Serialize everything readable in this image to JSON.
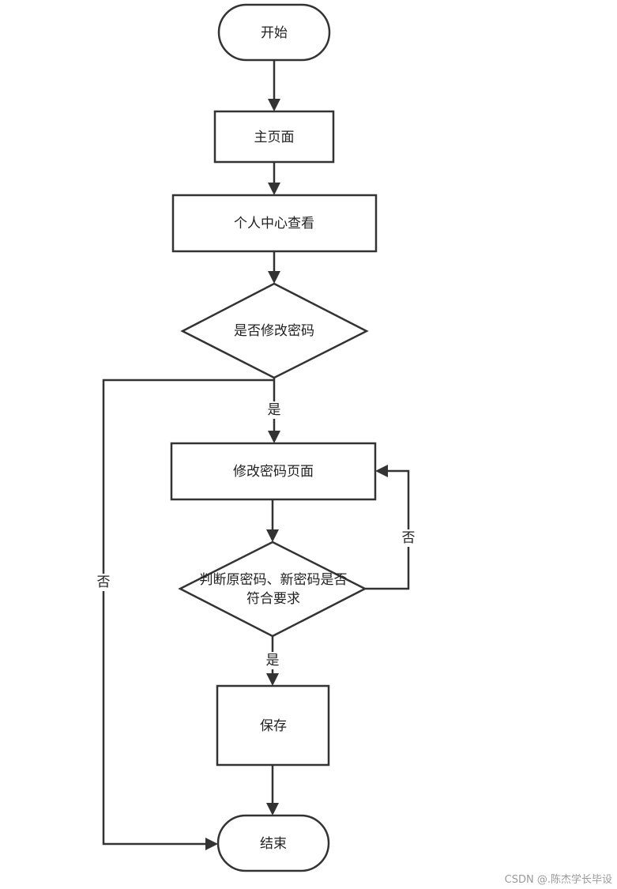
{
  "diagram": {
    "nodes": {
      "start": "开始",
      "home": "主页面",
      "profile": "个人中心查看",
      "decide_change": "是否修改密码",
      "change_page": "修改密码页面",
      "validate_line1": "判断原密码、新密码是否",
      "validate_line2": "符合要求",
      "save": "保存",
      "end": "结束"
    },
    "edge_labels": {
      "change_yes": "是",
      "change_no": "否",
      "validate_yes": "是",
      "validate_no": "否"
    }
  },
  "watermark": "CSDN @.陈杰学长毕设"
}
